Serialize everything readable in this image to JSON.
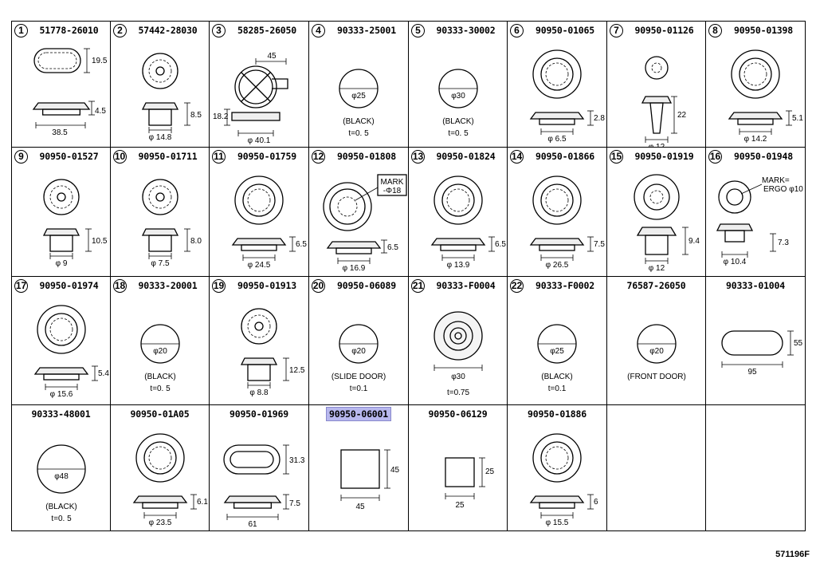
{
  "figure_number": "571196F",
  "cells": [
    {
      "badge": "1",
      "part": "51778-26010",
      "fig": "oval",
      "labels": [
        "19.5",
        "4.5",
        "38.5"
      ]
    },
    {
      "badge": "2",
      "part": "57442-28030",
      "fig": "grommet-tall",
      "labels": [
        "8.5",
        "φ 14.8"
      ]
    },
    {
      "badge": "3",
      "part": "58285-26050",
      "fig": "cross",
      "labels": [
        "45",
        "18.2",
        "φ 40.1"
      ]
    },
    {
      "badge": "4",
      "part": "90333-25001",
      "fig": "disc",
      "labels": [
        "φ25",
        "(BLACK)",
        "t=0. 5"
      ]
    },
    {
      "badge": "5",
      "part": "90333-30002",
      "fig": "disc",
      "labels": [
        "φ30",
        "(BLACK)",
        "t=0. 5"
      ]
    },
    {
      "badge": "6",
      "part": "90950-01065",
      "fig": "ring-low",
      "labels": [
        "2.8",
        "φ 6.5"
      ]
    },
    {
      "badge": "7",
      "part": "90950-01126",
      "fig": "clip",
      "labels": [
        "22",
        "φ 12"
      ]
    },
    {
      "badge": "8",
      "part": "90950-01398",
      "fig": "ring-low",
      "labels": [
        "5.1",
        "φ 14.2"
      ]
    },
    {
      "badge": "9",
      "part": "90950-01527",
      "fig": "grommet-tall",
      "labels": [
        "10.5",
        "φ 9"
      ]
    },
    {
      "badge": "10",
      "part": "90950-01711",
      "fig": "grommet-tall",
      "labels": [
        "8.0",
        "φ 7.5"
      ]
    },
    {
      "badge": "11",
      "part": "90950-01759",
      "fig": "ring-low",
      "labels": [
        "6.5",
        "φ 24.5"
      ]
    },
    {
      "badge": "12",
      "part": "90950-01808",
      "fig": "mark",
      "labels": [
        "MARK",
        "-Φ18",
        "6.5",
        "φ 16.9"
      ]
    },
    {
      "badge": "13",
      "part": "90950-01824",
      "fig": "ring-low",
      "labels": [
        "6.5",
        "φ 13.9"
      ]
    },
    {
      "badge": "14",
      "part": "90950-01866",
      "fig": "ring-low",
      "labels": [
        "7.5",
        "φ 26.5"
      ]
    },
    {
      "badge": "15",
      "part": "90950-01919",
      "fig": "star",
      "labels": [
        "9.4",
        "φ 12"
      ]
    },
    {
      "badge": "16",
      "part": "90950-01948",
      "fig": "ergo",
      "labels": [
        "MARK=",
        "ERGO φ10",
        "7.3",
        "φ 10.4"
      ]
    },
    {
      "badge": "17",
      "part": "90950-01974",
      "fig": "ring-low",
      "labels": [
        "5.4",
        "φ 15.6"
      ]
    },
    {
      "badge": "18",
      "part": "90333-20001",
      "fig": "disc",
      "labels": [
        "φ20",
        "(BLACK)",
        "t=0. 5"
      ]
    },
    {
      "badge": "19",
      "part": "90950-01913",
      "fig": "grommet-tall",
      "labels": [
        "12.5",
        "φ 8.8"
      ]
    },
    {
      "badge": "20",
      "part": "90950-06089",
      "fig": "disc",
      "labels": [
        "φ20",
        "(SLIDE DOOR)",
        "t=0.1"
      ]
    },
    {
      "badge": "21",
      "part": "90333-F0004",
      "fig": "disc-ring",
      "labels": [
        "φ30",
        "t=0.75"
      ]
    },
    {
      "badge": "22",
      "part": "90333-F0002",
      "fig": "disc",
      "labels": [
        "φ25",
        "(BLACK)",
        "t=0.1"
      ]
    },
    {
      "badge": "",
      "part": "76587-26050",
      "fig": "disc",
      "labels": [
        "φ20",
        "(FRONT DOOR)",
        ""
      ]
    },
    {
      "badge": "",
      "part": "90333-01004",
      "fig": "pill",
      "labels": [
        "55",
        "95"
      ]
    },
    {
      "badge": "",
      "part": "90333-48001",
      "fig": "disc-big",
      "labels": [
        "φ48",
        "(BLACK)",
        "t=0. 5"
      ]
    },
    {
      "badge": "",
      "part": "90950-01A05",
      "fig": "ring-low",
      "labels": [
        "6.1",
        "φ 23.5"
      ]
    },
    {
      "badge": "",
      "part": "90950-01969",
      "fig": "oval-ring",
      "labels": [
        "31.3",
        "7.5",
        "61"
      ]
    },
    {
      "badge": "",
      "part": "90950-06001",
      "fig": "square",
      "labels": [
        "45",
        "45"
      ],
      "highlight": true
    },
    {
      "badge": "",
      "part": "90950-06129",
      "fig": "square-sm",
      "labels": [
        "25",
        "25"
      ]
    },
    {
      "badge": "",
      "part": "90950-01886",
      "fig": "ring-low",
      "labels": [
        "6",
        "φ 15.5"
      ]
    },
    {
      "badge": "",
      "part": "",
      "fig": "none",
      "labels": []
    },
    {
      "badge": "",
      "part": "",
      "fig": "none",
      "labels": []
    }
  ]
}
